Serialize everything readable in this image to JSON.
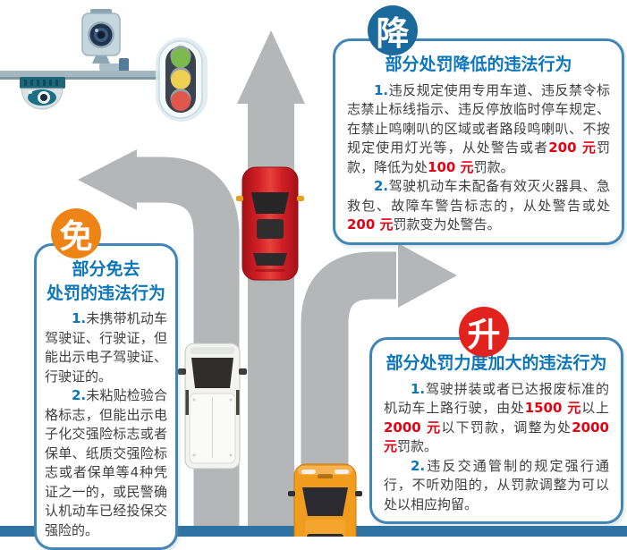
{
  "colors": {
    "title-blue": "#0d76ba",
    "border-blue": "#4286b8",
    "money-red": "#e60012",
    "badge-reduce": "#1a6a9d",
    "badge-exempt": "#ef8416",
    "badge-increase": "#e2221c",
    "road-gray": "#b5b6b8",
    "bottom-bar": "#2e73a1",
    "traffic-light-green": "#7cb94e",
    "traffic-light-yellow": "#eed153",
    "traffic-light-red": "#e2574c"
  },
  "badges": {
    "reduce": "降",
    "exempt": "免",
    "increase": "升"
  },
  "boxes": {
    "reduce": {
      "title": "部分处罚降低的违法行为",
      "paragraphs": [
        [
          {
            "t": "1.",
            "s": "num"
          },
          {
            "t": "违反规定使用专用车道、违反禁令标志禁止标线指示、违反停放临时停车规定、在禁止鸣喇叭的区域或者路段鸣喇叭、不按规定使用灯光等，从处警告或者",
            "s": ""
          },
          {
            "t": "200 元",
            "s": "red"
          },
          {
            "t": "罚款，降低为处",
            "s": ""
          },
          {
            "t": "100 元",
            "s": "red"
          },
          {
            "t": "罚款。",
            "s": ""
          }
        ],
        [
          {
            "t": "2.",
            "s": "num"
          },
          {
            "t": "驾驶机动车未配备有效灭火器具、急救包、故障车警告标志的，从处警告或处",
            "s": ""
          },
          {
            "t": "200 元",
            "s": "red"
          },
          {
            "t": "罚款变为处警告。",
            "s": ""
          }
        ]
      ]
    },
    "exempt": {
      "title": "部分免去\n处罚的违法行为",
      "paragraphs": [
        [
          {
            "t": "1.",
            "s": "num"
          },
          {
            "t": "未携带机动车驾驶证、行驶证，但能出示电子驾驶证、行驶证的。",
            "s": ""
          }
        ],
        [
          {
            "t": "2.",
            "s": "num"
          },
          {
            "t": "未粘贴检验合格标志，但能出示电子化交强险标志或者保单、纸质交强险标志或者保单等4种凭证之一的，或民警确认机动车已经投保交强险的。",
            "s": ""
          }
        ]
      ]
    },
    "increase": {
      "title": "部分处罚力度加大的违法行为",
      "paragraphs": [
        [
          {
            "t": "1.",
            "s": "num"
          },
          {
            "t": "驾驶拼装或者已达报废标准的机动车上路行驶，由处",
            "s": ""
          },
          {
            "t": "1500 元",
            "s": "red"
          },
          {
            "t": "以上",
            "s": ""
          },
          {
            "t": "2000 元",
            "s": "red"
          },
          {
            "t": "以下罚款，调整为处",
            "s": ""
          },
          {
            "t": "2000 元",
            "s": "red"
          },
          {
            "t": "罚款。",
            "s": ""
          }
        ],
        [
          {
            "t": "2.",
            "s": "num"
          },
          {
            "t": "违反交通管制的规定强行通行，不听劝阻的，从罚款调整为可以处以相应拘留。",
            "s": ""
          }
        ]
      ]
    }
  },
  "icons": {
    "box-camera-icon": "surveillance box camera on pole",
    "dome-camera-icon": "dome surveillance camera with eye lens",
    "traffic-light-icon": "traffic light with green, yellow and red lamps",
    "up-arrow-road": "straight road with up arrow",
    "left-arrow-road": "road curving into left arrow",
    "right-arrow-road": "road curving into right arrow",
    "red-car-icon": "red car top view",
    "white-van-icon": "white van top view",
    "yellow-car-icon": "yellow car top view"
  }
}
